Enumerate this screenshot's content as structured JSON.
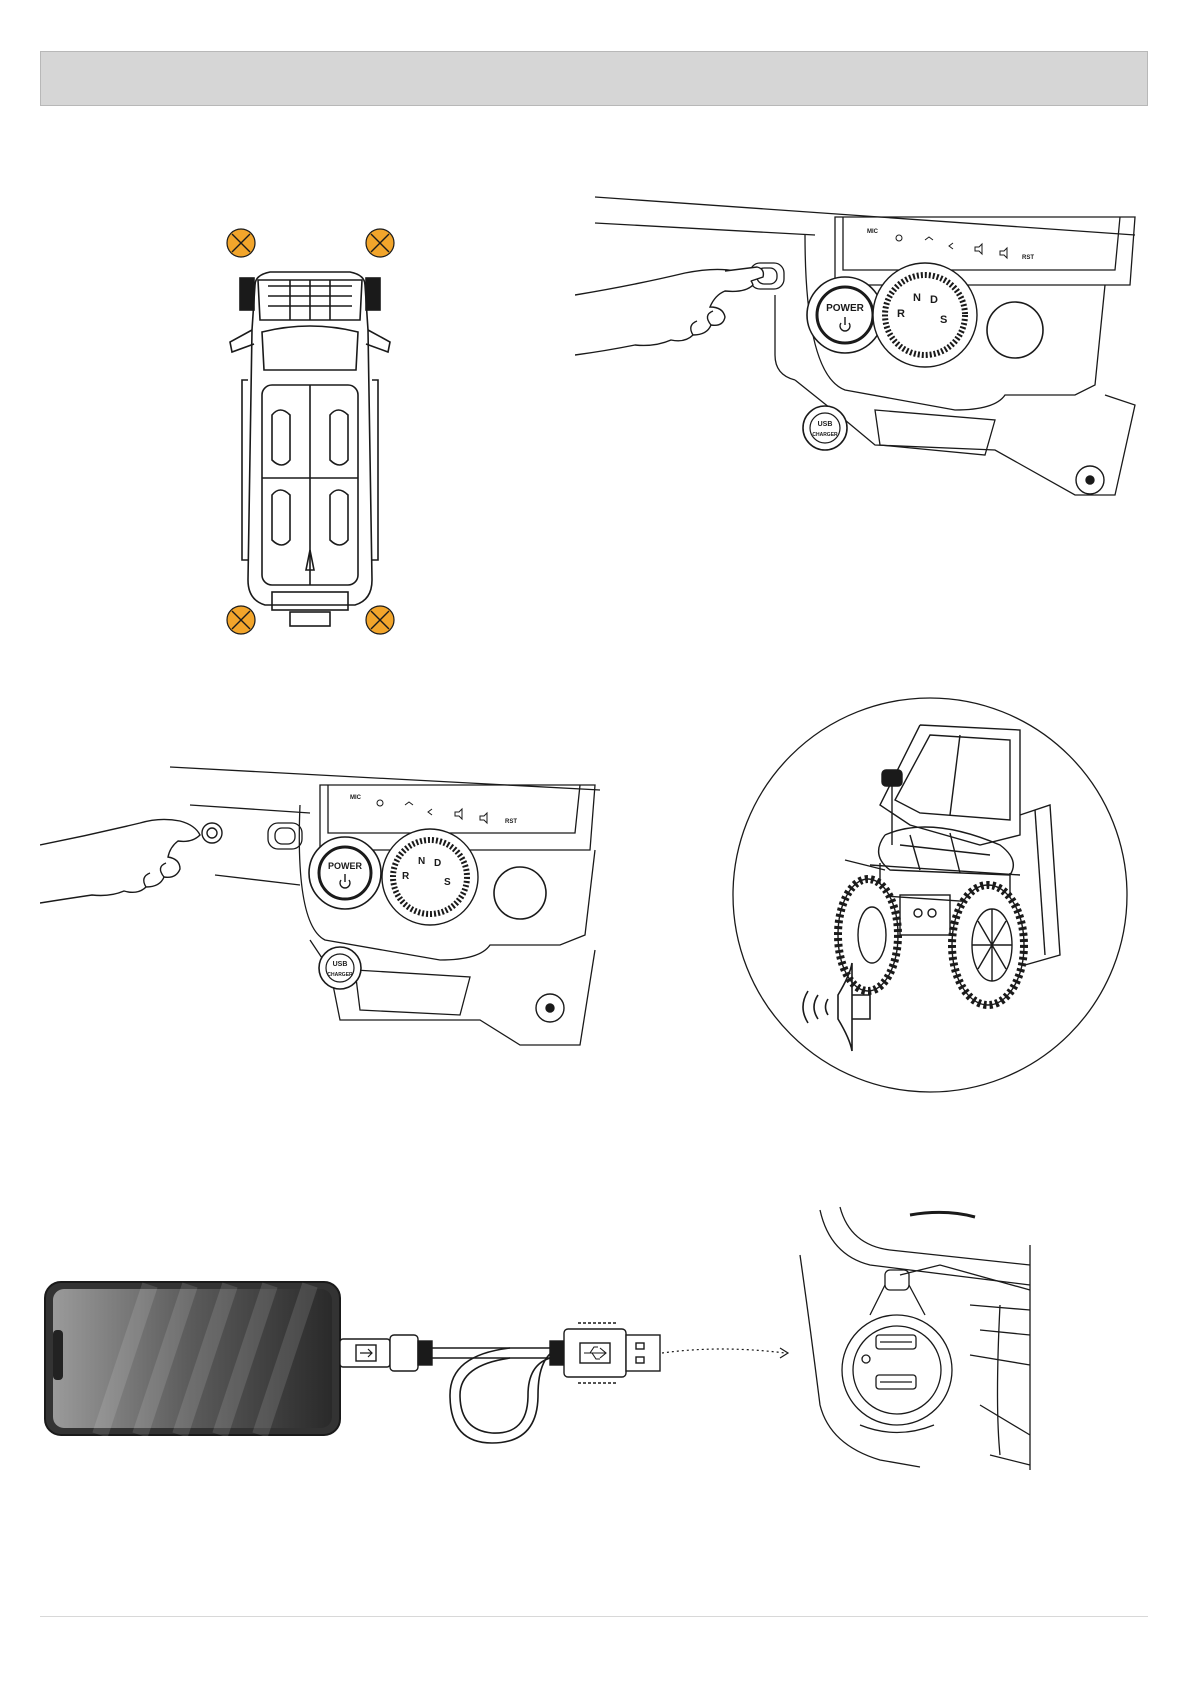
{
  "colors": {
    "indicator": "#f2a52b",
    "header_bar": "#d6d6d6",
    "line": "#1a1a1a"
  },
  "dashboard": {
    "power_label": "POWER",
    "gear_labels": [
      "R",
      "N",
      "D",
      "S"
    ],
    "mic_label": "MIC",
    "rst_label": "RST",
    "usb_label": "USB",
    "charger_label": "CHARGER"
  },
  "icons": {
    "indicator": "crossed-circle-icon",
    "horn": "horn-sound-icon",
    "usb": "usb-icon"
  }
}
